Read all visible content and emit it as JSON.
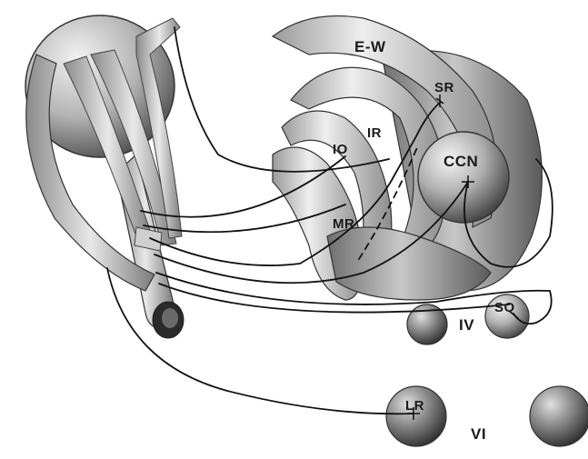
{
  "labels": {
    "ew": "E-W",
    "sr": "SR",
    "ir": "IR",
    "io": "IO",
    "ccn": "CCN",
    "mr": "MR",
    "so": "SO",
    "iv": "IV",
    "lr": "LR",
    "vi": "VI"
  },
  "colors": {
    "background": "#ffffff",
    "ink": "#1a1a1a",
    "nucleus_light": "#e4e4e4",
    "nucleus_dark": "#8a8a8a"
  }
}
